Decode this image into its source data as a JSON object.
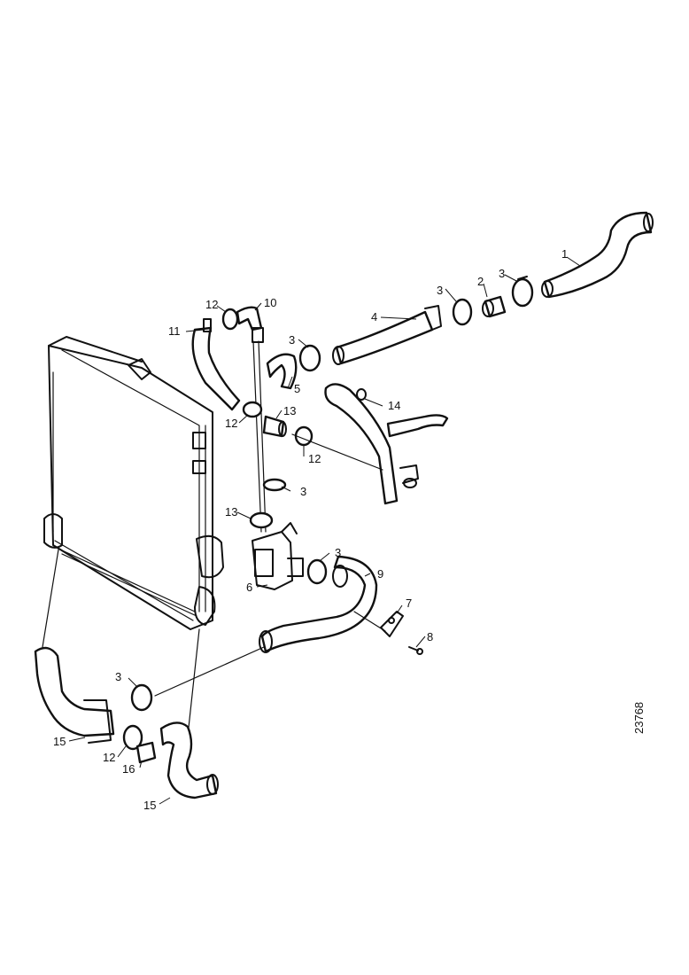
{
  "diagram": {
    "reference_number": "23768",
    "callouts": {
      "c1": "1",
      "c2": "2",
      "c3a": "3",
      "c3b": "3",
      "c3c": "3",
      "c3d": "3",
      "c3e": "3",
      "c3f": "3",
      "c4": "4",
      "c5": "5",
      "c6": "6",
      "c7": "7",
      "c8": "8",
      "c9": "9",
      "c10": "10",
      "c11": "11",
      "c12a": "12",
      "c12b": "12",
      "c12c": "12",
      "c12d": "12",
      "c13a": "13",
      "c13b": "13",
      "c14": "14",
      "c15a": "15",
      "c15b": "15",
      "c16": "16"
    }
  }
}
